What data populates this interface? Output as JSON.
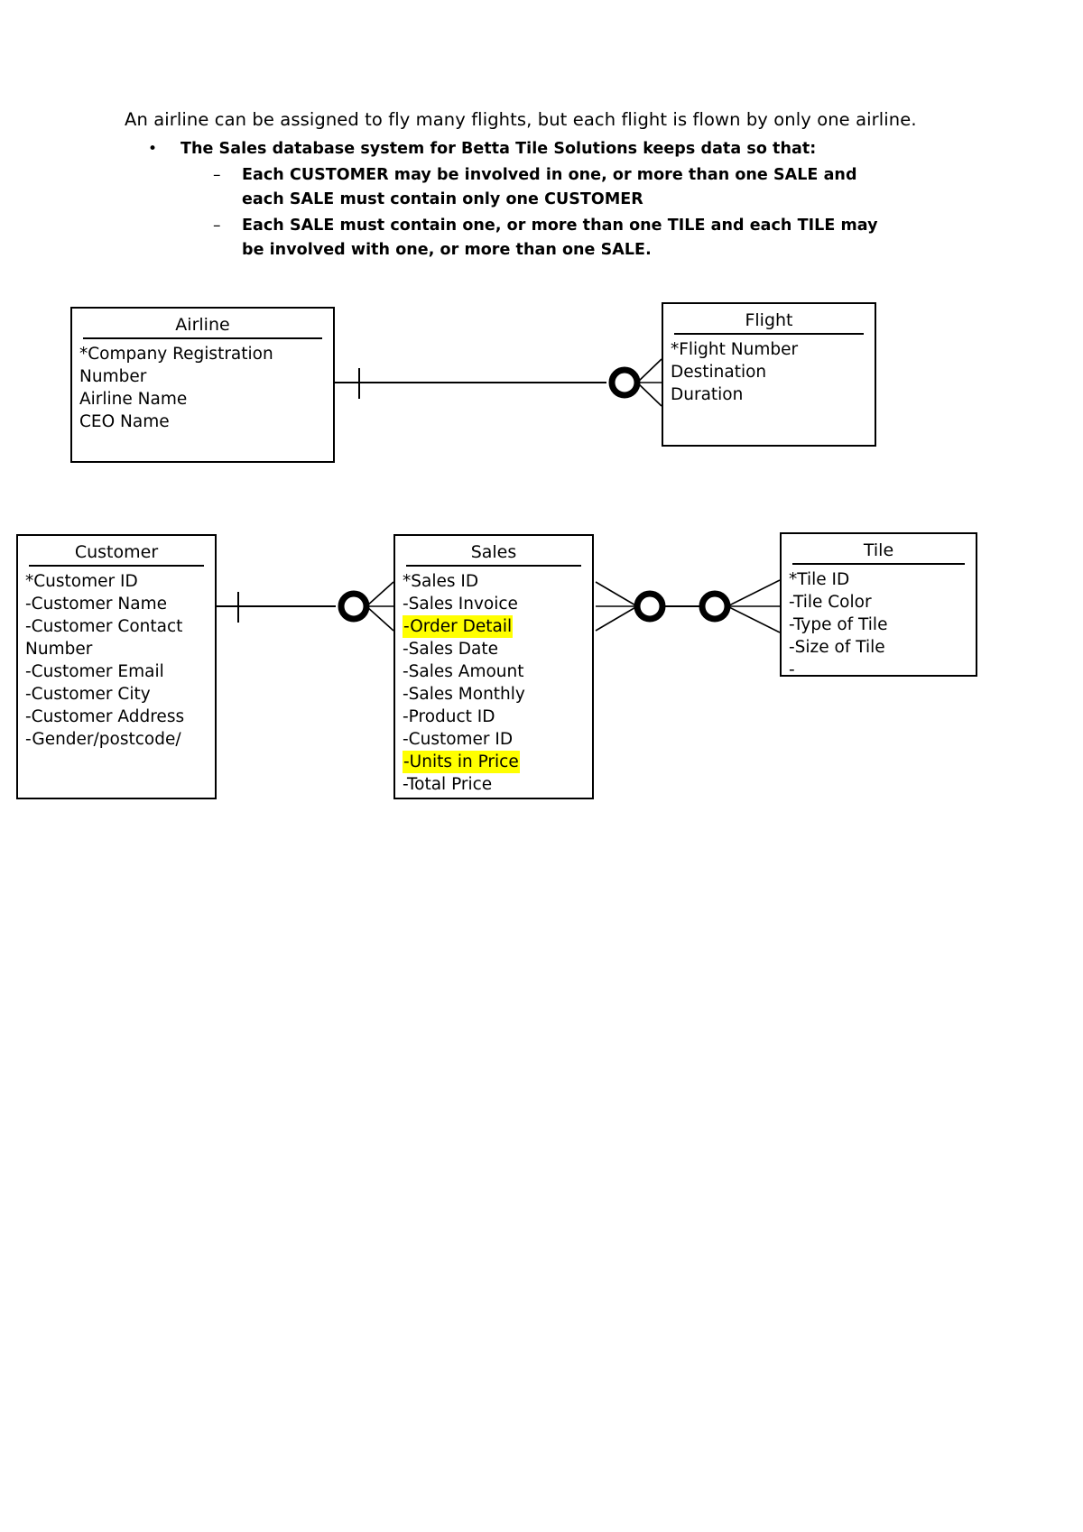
{
  "document": {
    "lead_statement": "An airline can be assigned to fly many flights, but each flight is flown by only one airline.",
    "bullet": {
      "marker": "•",
      "text": "The Sales database system for Betta Tile Solutions keeps data so that:"
    },
    "sub_bullets": [
      {
        "marker": "–",
        "text": "Each CUSTOMER  may be involved in one, or more than one SALE and each SALE must contain only one CUSTOMER"
      },
      {
        "marker": "–",
        "text": "Each SALE must contain one, or more than one TILE and each TILE  may be involved with one, or more than one SALE."
      }
    ]
  },
  "diagram": {
    "entities": [
      {
        "id": "airline",
        "title": "Airline",
        "attributes": [
          {
            "text": "*Company Registration",
            "highlight": false
          },
          {
            "text": "Number",
            "highlight": false
          },
          {
            "text": "Airline Name",
            "highlight": false
          },
          {
            "text": "CEO Name",
            "highlight": false
          }
        ]
      },
      {
        "id": "flight",
        "title": "Flight",
        "attributes": [
          {
            "text": "*Flight Number",
            "highlight": false
          },
          {
            "text": "Destination",
            "highlight": false
          },
          {
            "text": "Duration",
            "highlight": false
          }
        ]
      },
      {
        "id": "customer",
        "title": "Customer",
        "attributes": [
          {
            "text": "*Customer ID",
            "highlight": false
          },
          {
            "text": "-Customer Name",
            "highlight": false
          },
          {
            "text": "-Customer Contact",
            "highlight": false
          },
          {
            "text": "Number",
            "highlight": false
          },
          {
            "text": "-Customer Email",
            "highlight": false
          },
          {
            "text": "-Customer City",
            "highlight": false
          },
          {
            "text": "-Customer Address",
            "highlight": false
          },
          {
            "text": "-Gender/postcode/",
            "highlight": false
          }
        ]
      },
      {
        "id": "sales",
        "title": "Sales",
        "attributes": [
          {
            "text": "*Sales ID",
            "highlight": false
          },
          {
            "text": "-Sales Invoice",
            "highlight": false
          },
          {
            "text": "-Order Detail",
            "highlight": true
          },
          {
            "text": "-Sales Date",
            "highlight": false
          },
          {
            "text": "-Sales Amount",
            "highlight": false
          },
          {
            "text": "-Sales Monthly",
            "highlight": false
          },
          {
            "text": "-Product ID",
            "highlight": false
          },
          {
            "text": "-Customer ID",
            "highlight": false
          },
          {
            "text": "-Units in Price",
            "highlight": true
          },
          {
            "text": "-Total Price",
            "highlight": false
          }
        ]
      },
      {
        "id": "tile",
        "title": "Tile",
        "attributes": [
          {
            "text": "*Tile ID",
            "highlight": false
          },
          {
            "text": "-Tile Color",
            "highlight": false
          },
          {
            "text": "-Type of Tile",
            "highlight": false
          },
          {
            "text": "-Size of Tile",
            "highlight": false
          },
          {
            "text": "-",
            "highlight": false
          }
        ]
      }
    ],
    "relationships": [
      {
        "id": "airline-flight",
        "from": "airline",
        "to": "flight",
        "from_cardinality": "one-mandatory",
        "to_cardinality": "zero-or-many"
      },
      {
        "id": "customer-sales",
        "from": "customer",
        "to": "sales",
        "from_cardinality": "one-mandatory",
        "to_cardinality": "zero-or-many"
      },
      {
        "id": "sales-tile",
        "from": "sales",
        "to": "tile",
        "from_cardinality": "zero-or-many",
        "to_cardinality": "zero-or-many"
      }
    ],
    "colors": {
      "line": "#000000",
      "highlight": "#ffff00",
      "background": "#ffffff"
    }
  }
}
